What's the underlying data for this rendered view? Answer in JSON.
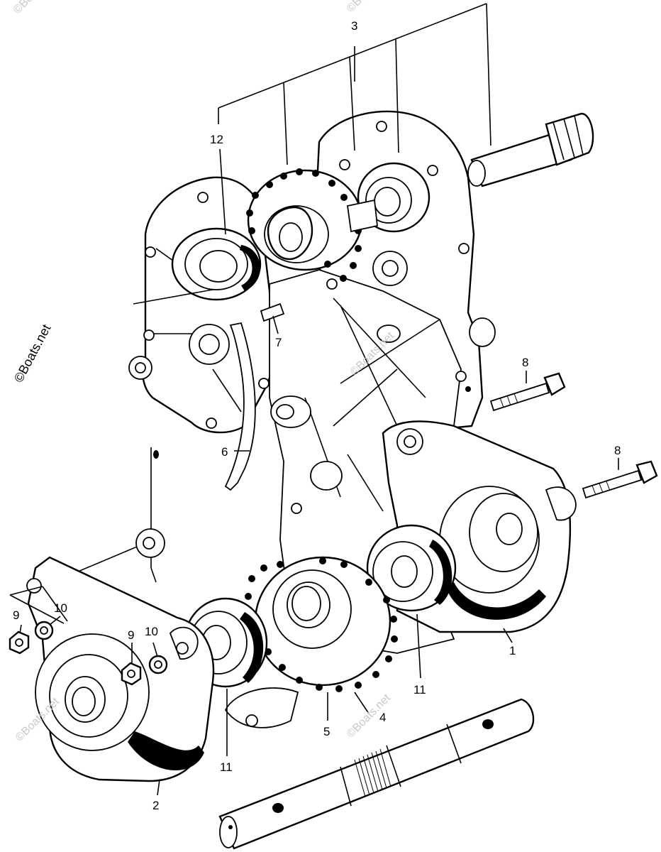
{
  "callouts": {
    "c1": "1",
    "c2": "2",
    "c3": "3",
    "c4": "4",
    "c5": "5",
    "c6": "6",
    "c7": "7",
    "c8a": "8",
    "c8b": "8",
    "c9a": "9",
    "c9b": "9",
    "c10a": "10",
    "c10b": "10",
    "c11a": "11",
    "c11b": "11",
    "c12": "12"
  },
  "watermark": {
    "side": "©Boats.net",
    "faint": "©Boats.net"
  }
}
